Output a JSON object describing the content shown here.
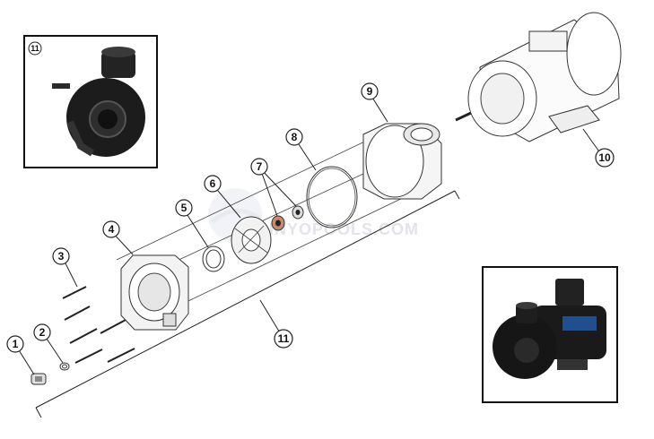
{
  "diagram": {
    "callouts": [
      {
        "id": "1",
        "label": "1"
      },
      {
        "id": "2",
        "label": "2"
      },
      {
        "id": "3",
        "label": "3"
      },
      {
        "id": "4",
        "label": "4"
      },
      {
        "id": "5",
        "label": "5"
      },
      {
        "id": "6",
        "label": "6"
      },
      {
        "id": "7",
        "label": "7"
      },
      {
        "id": "8",
        "label": "8"
      },
      {
        "id": "9",
        "label": "9"
      },
      {
        "id": "10",
        "label": "10"
      },
      {
        "id": "11",
        "label": "11"
      },
      {
        "id": "11-inset",
        "label": "11"
      }
    ],
    "watermark": "INYOPOOLS.COM",
    "colors": {
      "line": "#333333",
      "pump_body": "#1a1a1a",
      "motor_label": "#1f4f8f"
    }
  }
}
